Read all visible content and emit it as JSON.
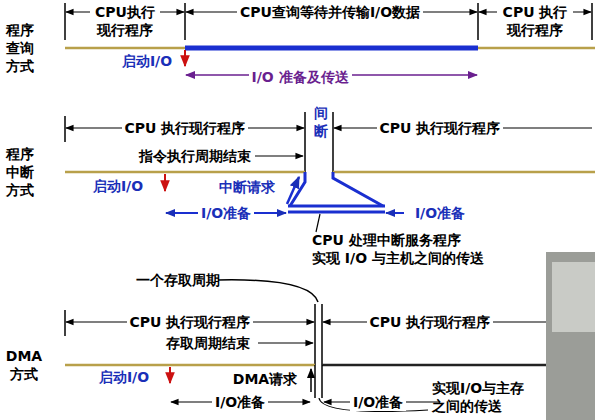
{
  "diagram": {
    "labels": [
      "程序 查询 方式",
      "CPU执行 现行程序",
      "CPU查询等待并传输I/O数据",
      "CPU 执行 现行程序",
      "启动I/O",
      "I/O 准备及传送",
      "程序 中断 方式",
      "CPU 执行现行程序",
      "间 断",
      "CPU 执行现行程序",
      "指令执行周期结束",
      "启动I/O",
      "中断请求",
      "I/O准备",
      "I/O准备",
      "CPU 处理中断服务程序 实现 I/O 与主机之间的传送",
      "一个存取周期",
      "CPU 执行现行程序",
      "CPU 执行现行程序",
      "存取周期结束",
      "DMA 方式",
      "启动I/O",
      "DMA请求",
      "I/O准备",
      "I/O准备",
      "实现I/O与主存 之间的传送"
    ]
  }
}
